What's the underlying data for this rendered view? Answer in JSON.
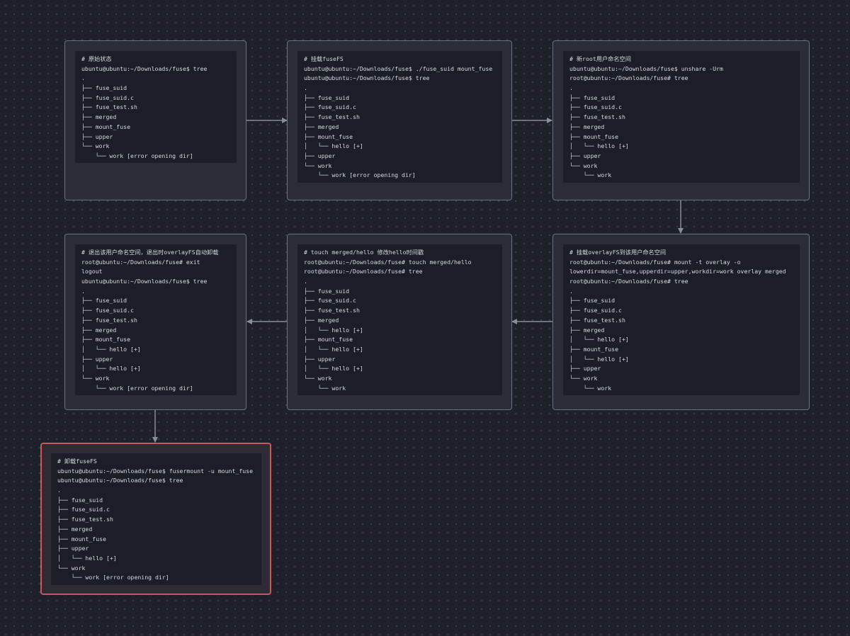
{
  "colors": {
    "background": "#1e2129",
    "card": "#2a2d38",
    "card_border": "#6b7080",
    "terminal": "#1b1e26",
    "text": "#d6d9e0",
    "arrow": "#8a8e98",
    "highlight_border": "#c9575a"
  },
  "steps": [
    {
      "id": "initial-state",
      "lines": [
        "# 原始状态",
        "ubuntu@ubuntu:~/Downloads/fuse$ tree",
        ".",
        "├── fuse_suid",
        "├── fuse_suid.c",
        "├── fuse_test.sh",
        "├── merged",
        "├── mount_fuse",
        "├── upper",
        "└── work",
        "    └── work [error opening dir]"
      ]
    },
    {
      "id": "mount-fusefs",
      "lines": [
        "# 挂载fuseFS",
        "ubuntu@ubuntu:~/Downloads/fuse$ ./fuse_suid mount_fuse",
        "ubuntu@ubuntu:~/Downloads/fuse$ tree",
        ".",
        "├── fuse_suid",
        "├── fuse_suid.c",
        "├── fuse_test.sh",
        "├── merged",
        "├── mount_fuse",
        "│   └── hello [+]",
        "├── upper",
        "└── work",
        "    └── work [error opening dir]"
      ]
    },
    {
      "id": "new-root-namespace",
      "lines": [
        "# 新root用户命名空间",
        "ubuntu@ubuntu:~/Downloads/fuse$ unshare -Urm",
        "root@ubuntu:~/Downloads/fuse# tree",
        ".",
        "├── fuse_suid",
        "├── fuse_suid.c",
        "├── fuse_test.sh",
        "├── merged",
        "├── mount_fuse",
        "│   └── hello [+]",
        "├── upper",
        "└── work",
        "    └── work"
      ]
    },
    {
      "id": "mount-overlayfs",
      "lines": [
        "# 挂载overlayFS到该用户命名空间",
        "root@ubuntu:~/Downloads/fuse# mount -t overlay -o",
        "lowerdir=mount_fuse,upperdir=upper,workdir=work overlay merged",
        "root@ubuntu:~/Downloads/fuse# tree",
        ".",
        "├── fuse_suid",
        "├── fuse_suid.c",
        "├── fuse_test.sh",
        "├── merged",
        "│   └── hello [+]",
        "├── mount_fuse",
        "│   └── hello [+]",
        "├── upper",
        "└── work",
        "    └── work"
      ]
    },
    {
      "id": "touch-hello",
      "lines": [
        "# touch merged/hello 修改hello时间戳",
        "root@ubuntu:~/Downloads/fuse# touch merged/hello",
        "root@ubuntu:~/Downloads/fuse# tree",
        ".",
        "├── fuse_suid",
        "├── fuse_suid.c",
        "├── fuse_test.sh",
        "├── merged",
        "│   └── hello [+]",
        "├── mount_fuse",
        "│   └── hello [+]",
        "├── upper",
        "│   └── hello [+]",
        "└── work",
        "    └── work"
      ]
    },
    {
      "id": "exit-namespace",
      "lines": [
        "# 退出该用户命名空间，退出时overlayFS自动卸载",
        "root@ubuntu:~/Downloads/fuse# exit",
        "logout",
        "ubuntu@ubuntu:~/Downloads/fuse$ tree",
        ".",
        "├── fuse_suid",
        "├── fuse_suid.c",
        "├── fuse_test.sh",
        "├── merged",
        "├── mount_fuse",
        "│   └── hello [+]",
        "├── upper",
        "│   └── hello [+]",
        "└── work",
        "    └── work [error opening dir]"
      ]
    },
    {
      "id": "unmount-fusefs",
      "highlight": true,
      "lines": [
        "# 卸载fuseFS",
        "ubuntu@ubuntu:~/Downloads/fuse$ fusermount -u mount_fuse",
        "ubuntu@ubuntu:~/Downloads/fuse$ tree",
        ".",
        "├── fuse_suid",
        "├── fuse_suid.c",
        "├── fuse_test.sh",
        "├── merged",
        "├── mount_fuse",
        "├── upper",
        "│   └── hello [+]",
        "└── work",
        "    └── work [error opening dir]"
      ]
    }
  ],
  "edges": [
    {
      "from": "initial-state",
      "to": "mount-fusefs"
    },
    {
      "from": "mount-fusefs",
      "to": "new-root-namespace"
    },
    {
      "from": "new-root-namespace",
      "to": "mount-overlayfs"
    },
    {
      "from": "mount-overlayfs",
      "to": "touch-hello"
    },
    {
      "from": "touch-hello",
      "to": "exit-namespace"
    },
    {
      "from": "exit-namespace",
      "to": "unmount-fusefs"
    }
  ]
}
